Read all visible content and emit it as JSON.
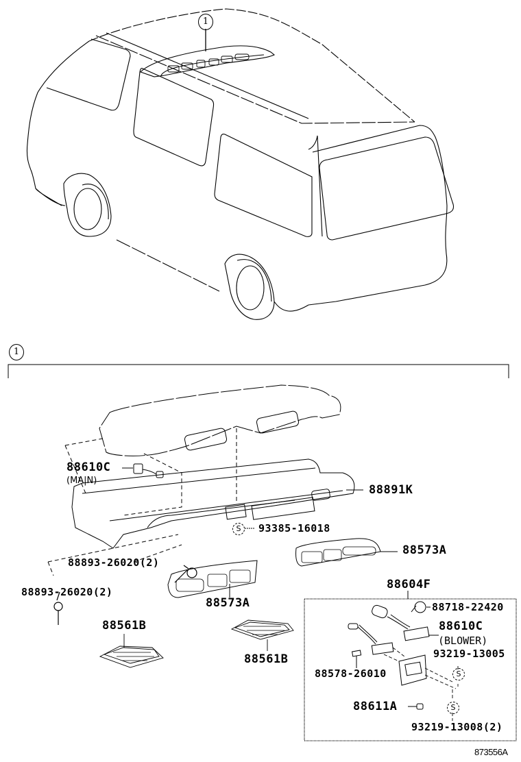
{
  "diagram": {
    "title_callout": "1",
    "section_callout": "1",
    "illustration_code": "873556A",
    "parts": [
      {
        "id": "p88610C_main",
        "number": "88610C",
        "note": "(MA|N)"
      },
      {
        "id": "p88891K",
        "number": "88891K"
      },
      {
        "id": "p93385",
        "number": "93385-16018",
        "marker": "S"
      },
      {
        "id": "p88893_a",
        "number": "88893-26020(2)"
      },
      {
        "id": "p88893_b",
        "number": "88893-26020(2)"
      },
      {
        "id": "p88573A_right",
        "number": "88573A"
      },
      {
        "id": "p88573A_center",
        "number": "88573A"
      },
      {
        "id": "p88604F",
        "number": "88604F"
      },
      {
        "id": "p88718",
        "number": "88718-22420"
      },
      {
        "id": "p88610C_blower",
        "number": "88610C",
        "note": "(BLOWER)"
      },
      {
        "id": "p93219_13005",
        "number": "93219-13005",
        "marker": "S"
      },
      {
        "id": "p88578",
        "number": "88578-26010"
      },
      {
        "id": "p88611A",
        "number": "88611A"
      },
      {
        "id": "p93219_13008",
        "number": "93219-13008(2)",
        "marker": "S"
      },
      {
        "id": "p88561B_left",
        "number": "88561B"
      },
      {
        "id": "p88561B_right",
        "number": "88561B"
      }
    ]
  }
}
